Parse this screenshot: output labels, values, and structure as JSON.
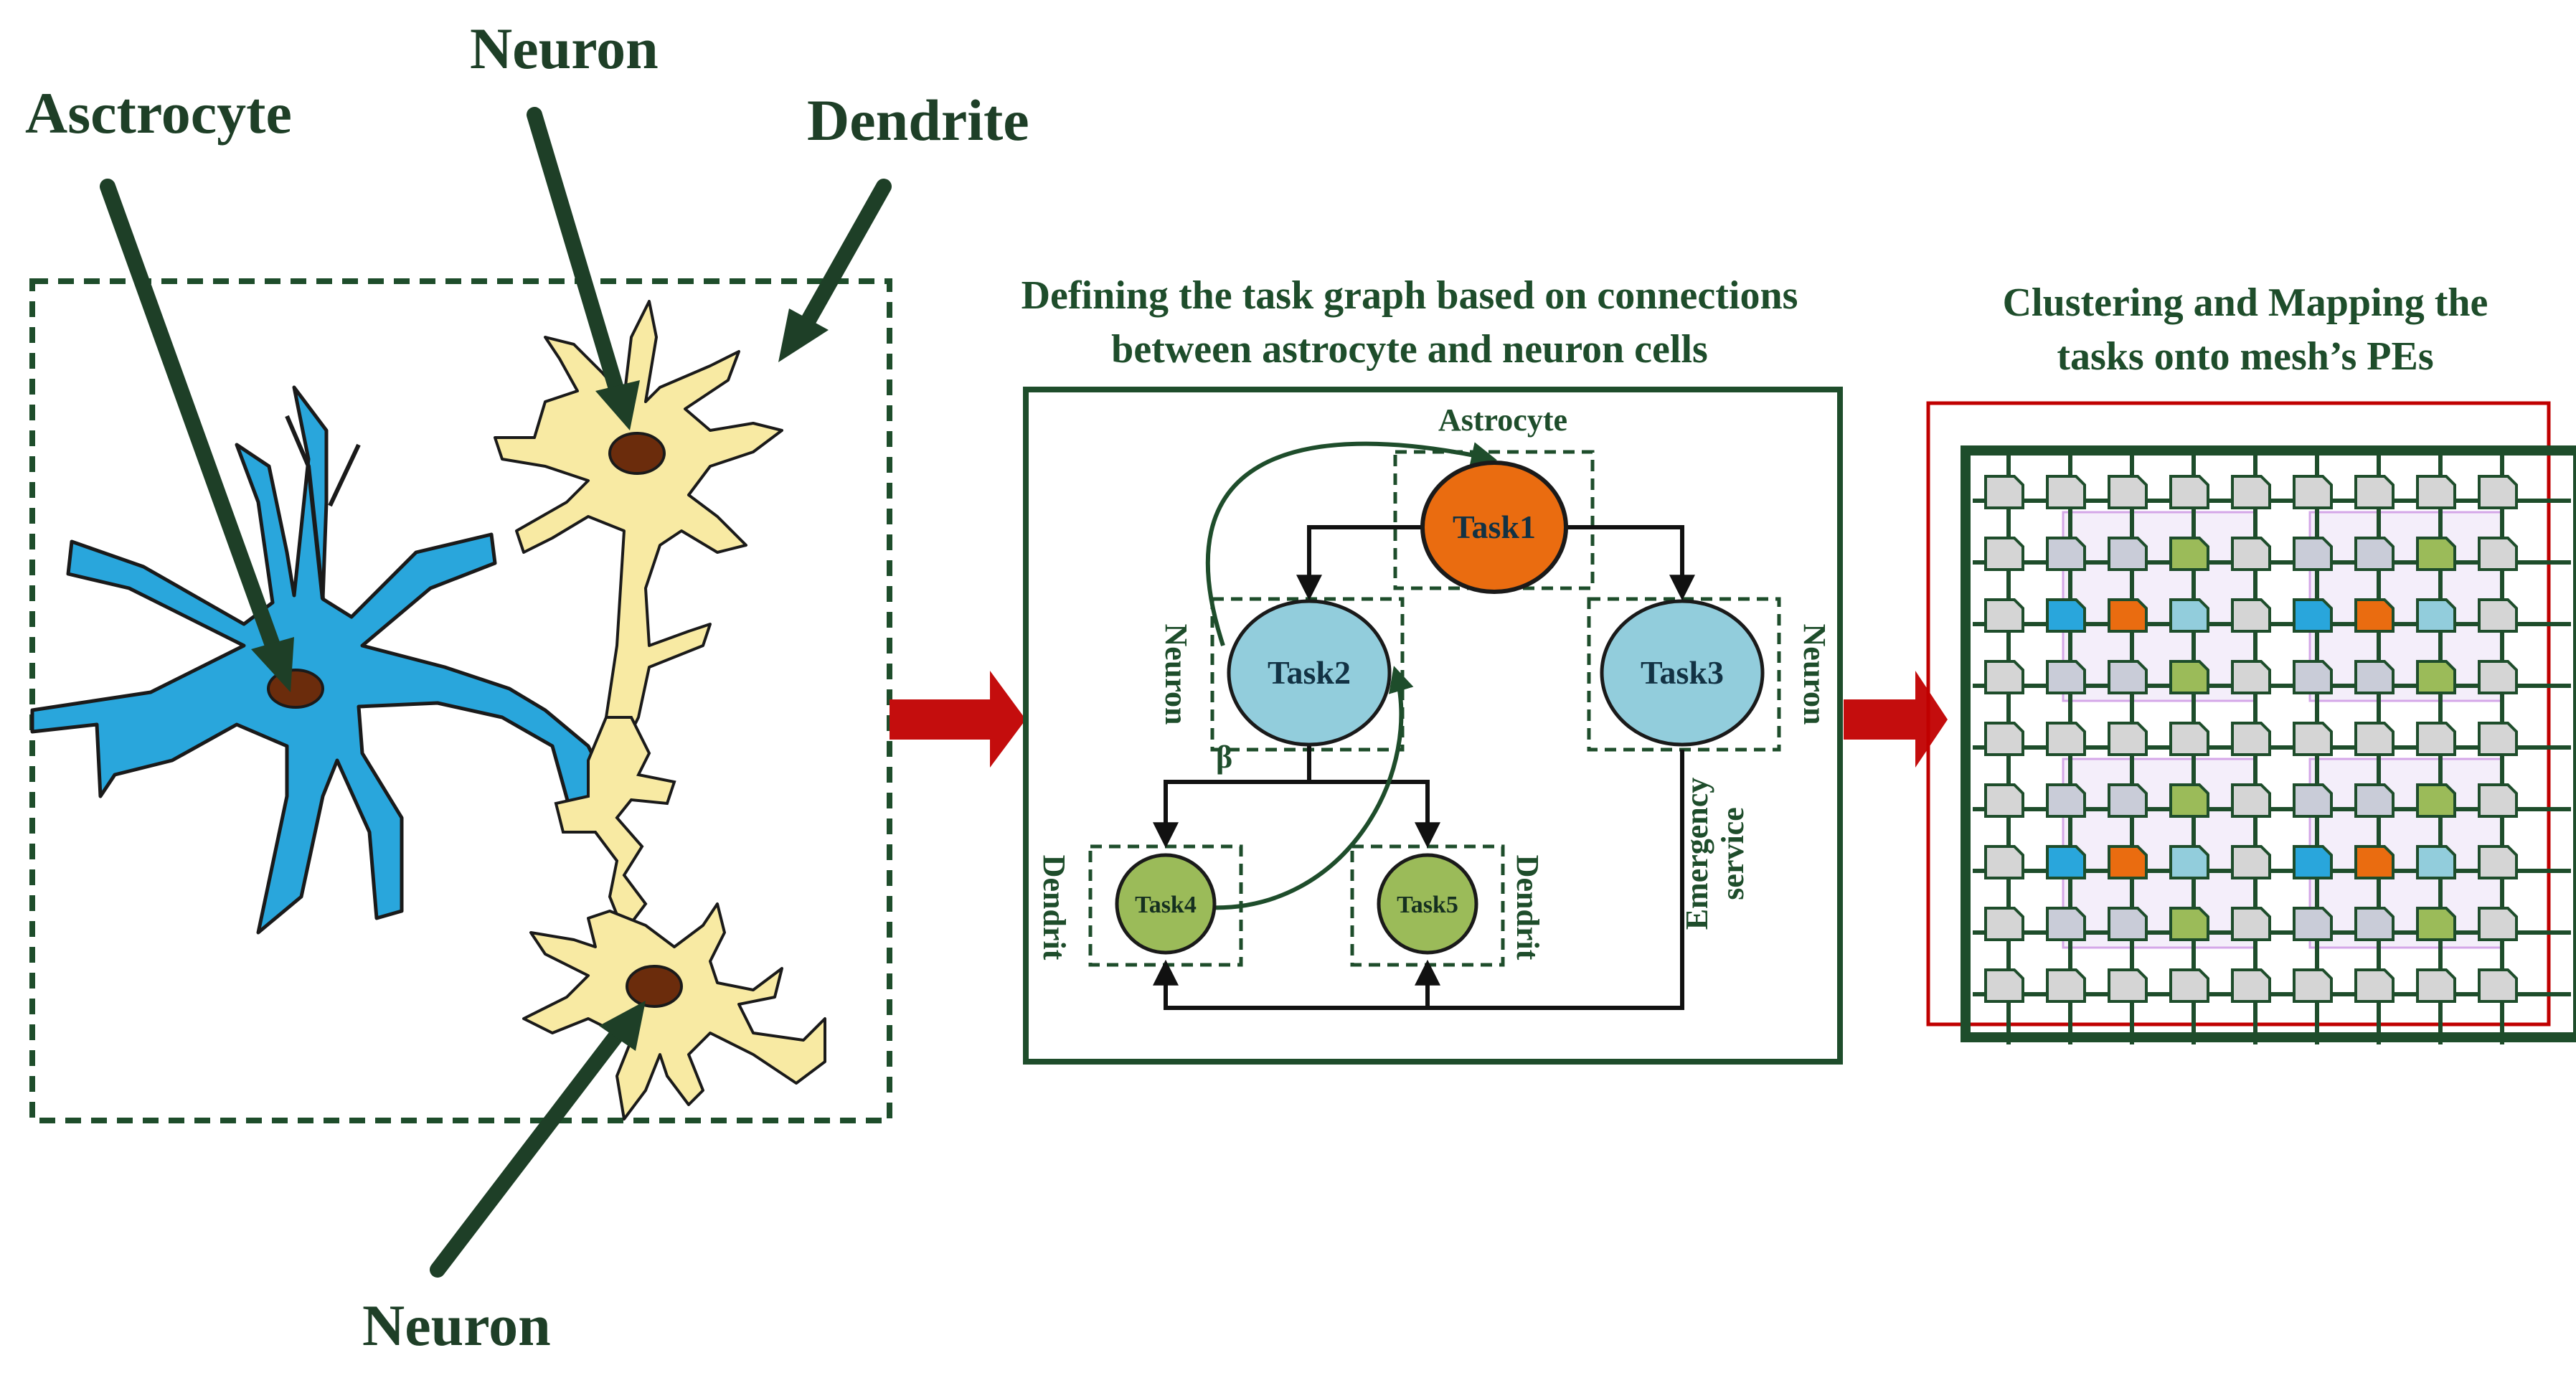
{
  "cells_panel": {
    "labels": {
      "astrocyte": "Asctrocyte",
      "neuron_top": "Neuron",
      "dendrite": "Dendrite",
      "neuron_bottom": "Neuron"
    }
  },
  "task_graph": {
    "title_line1": "Defining the task graph based on connections",
    "title_line2": "between astrocyte and neuron cells",
    "regions": {
      "astrocyte": "Astrocyte",
      "neuron_left": "Neuron",
      "neuron_right": "Neuron",
      "dendrite_left": "Dendrit",
      "dendrite_right": "Dendrit",
      "emergency_line1": "Emergency",
      "emergency_line2": "service",
      "beta": "β"
    },
    "tasks": {
      "task1": "Task1",
      "task2": "Task2",
      "task3": "Task3",
      "task4": "Task4",
      "task5": "Task5"
    }
  },
  "mesh_panel": {
    "title_line1": "Clustering and Mapping the",
    "title_line2": "tasks onto mesh’s PEs"
  },
  "colors": {
    "dark_green": "#1e4d2b",
    "arrow_red": "#c40d0d",
    "astrocyte_blue": "#29a6dc",
    "neuron_yellow": "#f8eaa3",
    "nucleus_brown": "#6b2c0c",
    "task1_orange": "#ea6c10",
    "task_blue": "#92cddc",
    "task_green": "#9bbb59",
    "mesh_grey": "#d5d5d5",
    "mesh_outline_red": "#c00000"
  }
}
